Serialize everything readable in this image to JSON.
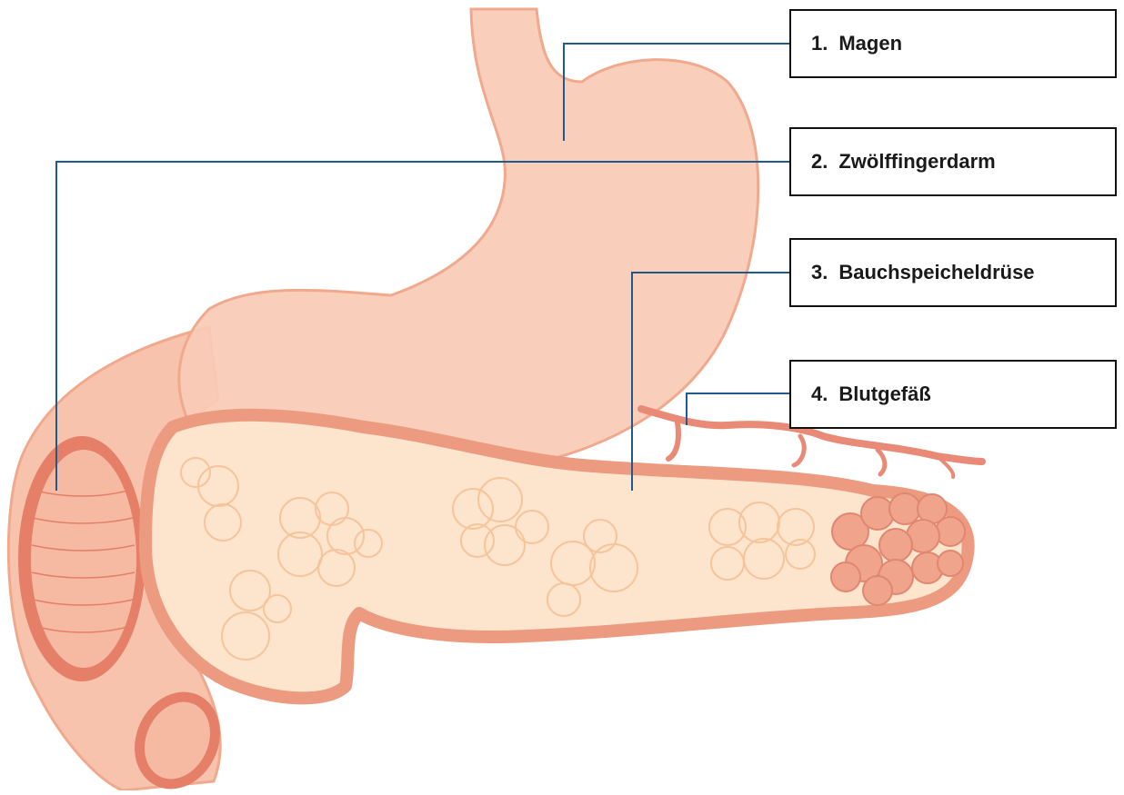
{
  "labels": [
    {
      "number": "1.",
      "text": "Magen"
    },
    {
      "number": "2.",
      "text": "Zwölffingerdarm"
    },
    {
      "number": "3.",
      "text": "Bauchspeicheldrüse"
    },
    {
      "number": "4.",
      "text": "Blutgefäß"
    }
  ],
  "colors": {
    "leader_line": "#1f5a8a",
    "stomach_fill": "#f9cbb6",
    "stomach_outline": "#f0a98c",
    "duodenum_fill": "#f8c3ad",
    "duodenum_wall": "#e57f68",
    "pancreas_fill": "#fde4cc",
    "pancreas_rim": "#ec9a80",
    "lobule_outline": "#f5c49a",
    "vessel": "#e88a76"
  }
}
